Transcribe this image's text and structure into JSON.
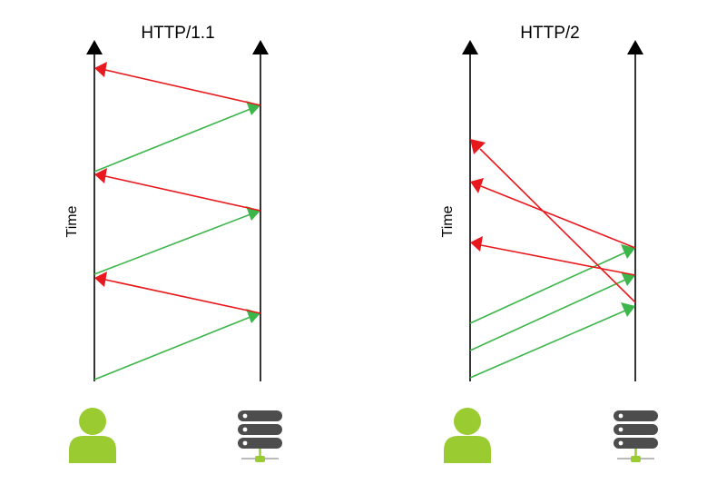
{
  "panels": {
    "http1": {
      "title": "HTTP/1.1",
      "axis_label": "Time",
      "client_icon": "user-icon",
      "server_icon": "server-icon"
    },
    "http2": {
      "title": "HTTP/2",
      "axis_label": "Time",
      "client_icon": "user-icon",
      "server_icon": "server-icon"
    }
  },
  "colors": {
    "request": "#3cb54a",
    "response": "#e8191e",
    "icon": "#9acb31",
    "server_body": "#4d4d4d",
    "timeline": "#000000"
  }
}
